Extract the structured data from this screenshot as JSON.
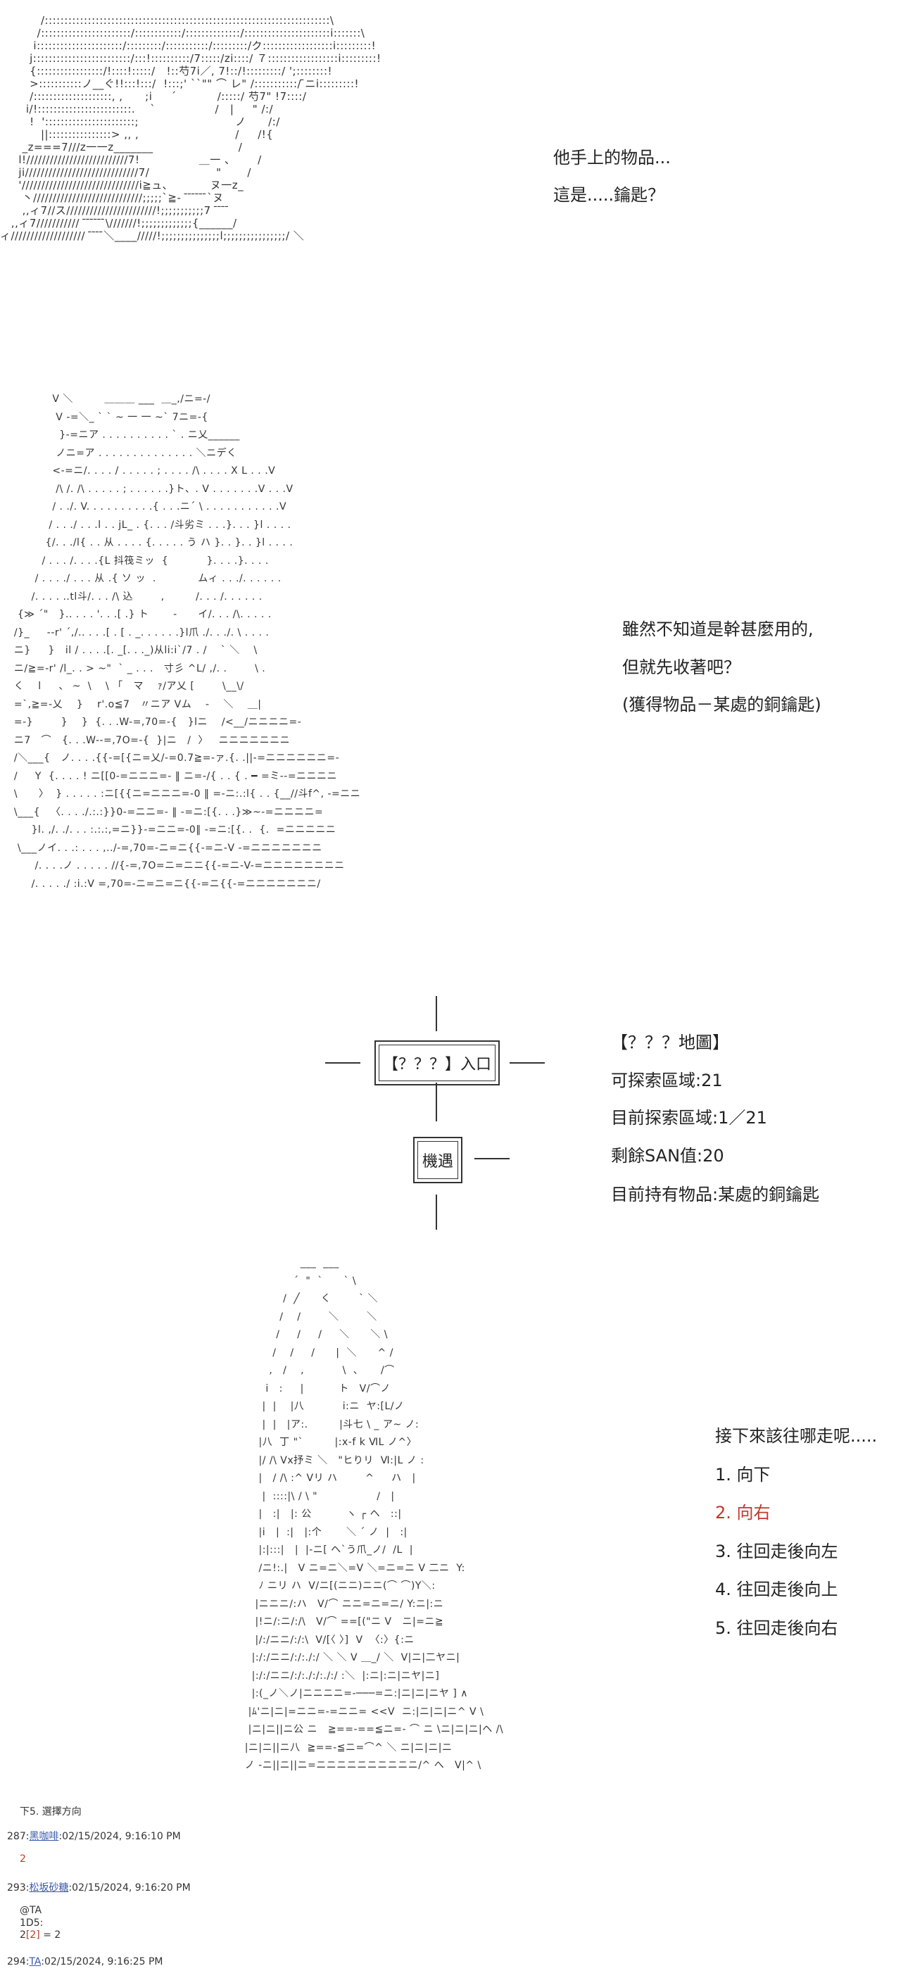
{
  "panel1": {
    "art": "           /:::::::::::::::::::::::::::::::::::::::::::::::::::::::::::::::::::::::::\\\n          /:::::::::::::::::::::::/::::::::::::/::::::::::::::/::::::::::::::::::::::i:::::::\\\n         i::::::::::::::::::::::/:::::::::/:::::::::::/:::::::::/ク::::::::::::::::::i:::::::::!\n        j:::::::::::::::::::::::::/:::!::::::::::/7:::::/zi::::/ ７::::::::::::::::::i:::::::::!\n        {:::::::::::::::::/!::::!:::::/   !::芍7i／, 7!::/!:::::::::/ ';::::::::!\n        >:::::::::::ノ__ぐ!!:::!:::/  !:::;' ``\"\" ⌒ レ\" /:::::::::::/ ̄ニi:::::::::!\n        /::::::::::::::::::::, ,      ;i     ´           /:::::/ 芍7\" !7::::/\n       i/!::::::::::::::::::::::::.    `                /   |     \" /:/\n        !  ':::::::::::::::::::::::;                          ノ      /:/\n           ||::::::::::::::::> ,, ,                          /     /!{\n      _z===7///z一一z_______                       /\n     l!//////////////////////////7!                ＿一 、      /\n     ji/////////////////////////////7/                  \"       /\n     '//////////////////////////////i≧ュ、          ヌ一z_\n      丶////////////////////////////;;;;;`≧-  ̄ ̄ ̄ ̄ ̄ ̄`ヌ\n      ,,ィ7//ス///////////////////////!;;;;;;;;;;;7  ̄ ̄ ̄ ̄\n   ,,ィ7///////////  ̄ ̄ ̄ ̄ ̄ ̄\\///////!;;;;;;;;;;;;;{______/\nィ///////////////////  ̄ ̄ ̄ ̄＼____/////!;;;;;;;;;;;;;;;l;;;;;;;;;;;;;;;;/ ＼",
    "line1": "他手上的物品...",
    "line2": "這是.....鑰匙？"
  },
  "panel2": {
    "art": "             V ＼         ＿＿＿ ___  ＿_,/ニ=-/\n              V -=＼_ ` ` ~ 一 一 ~` 7ニ=-{\n               }-=ニア . . . . . . . . . . ` . ニ乂______\n              ノニ=ア . . . . . . . . . . . . . . ＼ニデく\n             <-=ニ/. . . . / . . . . . ; . . . . /\\ . . . . X L . . .V\n              /\\ /. /\\ . . . . . ; . . . . . .}ト、. V . . . . . . .V . . .V\n             / . ./. V. . . . . . . . . .{ . . .ニ´ \\ . . . . . . . . . . .V\n            / . . ./ . . .l . . jL_ . {. . . /斗劣ミ . . .}. . . }l . . . .\n           {/. . ./l{ . . 从 . . . . {. . . . . う ハ }. . }. . }l . . . .\n          / . . . /. . . .{L 抖筏ミッ  {           }. . . .}. . . .\n        / . . . ./ . . . 从 .{ ソ ッ  .            ムィ . . ./. . . . . .\n       /. . . . ..tl斗/. . . /\\ 込        ,         /. . . /. . . . . .\n   {≫ ´\"   }.. . . . '. . .[ .} ト       -      イ/. . . /\\. . . . .\n  /}_     --r' ´,/.. . . .[ . [ . _. . . . . .}l爪 ./. . ./. \\ . . . .\n  ニ}     }   il / . . . .[. _[. . ._)从li:i`/7 . /    ` ＼    \\\n  ニ/≧=-r' /l_. . > ~\"  ` _ . . .   寸彡 ^L/ ,/. .        \\ .\n  く    l     、 ~  \\    \\ 「   マ    ｧ/ア乂 [        \\__\\/\n  =`,≧=-乂    }    r'.o≦7   〃ニア Vム    -    ＼    ＿|\n  =-}        }    }  {. . .W-=,70=-{   }lニ    /<__/ニニニニ=-\n  ニ7   ⌒   {. . .W--=,7O=-{  }|ニ   /  〉   ニニニニニニニ\n  /＼___{   ノ. . . .{{-=[{ニ=乂/-=0.7≧=-ァ.{. .||-=ニニニニニニ=-\n  /     Y  {. . . . ! ニ[[0-=ニニニ=- ‖ ニ=-/{ . . { . ━ =ミ--=ニニニニ\n  \\      〉  } . . . . . :ニ[{{ニ=ニニニ=-0 ‖ =-ニ:.:l{ . . {__//斗f^, -=ニニ\n  \\___{   〈. . . ./.:.:}}0-=ニニ=- ‖ -=ニ:[{. . .}≫~-=ニニニニ=\n       }l. ,/. ./. . . :.:.:,=ニ}}-=ニニ=-0‖ -=ニ:[{. .  {.  =ニニニニニ\n   \\___ノイ. . .: . . . ,../-=,70=-ニ=ニ{{-=ニ-V -=ニニニニニニニ\n        /. . . .ノ . . . . . //{-=,7O=ニ=ニニ{{-=ニ-V-=ニニニニニニニニ\n       /. . . . ./ :i.:V =,70=-ニ=ニ=ニ{{-=ニ{{-=ニニニニニニニ/",
    "line1": "雖然不知道是幹甚麼用的,",
    "line2": "但就先收著吧？",
    "line3": "(獲得物品－某處的銅鑰匙)"
  },
  "map": {
    "entrance": "【？？？】入口",
    "encounter": "機遇",
    "title": "【？？？地圖】",
    "explorable": "可探索區域:21",
    "explored": "目前探索區域:1／21",
    "san": "剩餘SAN值:20",
    "items": "目前持有物品:某處的銅鑰匙"
  },
  "panel3": {
    "art": "                      ___  ___\n                    ´  \"  `      ` \\\n                 /  ╱      く        ` ＼\n                /    /        ＼        ＼\n               /     /     /     ＼      ＼ \\\n              /    /     /      |  ＼      ^ /\n             ,   /    ,           \\  、     /⌒\n            i   :     |          ト   V/⌒ノ\n           |  |    |八           i:ニ  ヤ:[L/ノ\n           |  |   |ア:.         |斗七 \\ _ ア~ ノ:\n          |八  丁 \"`         |:x-f k ⅥL ノ^〉\n          |/ /\\ Vx抒ミ ＼   \"ヒりリ  Ⅵ:|L ノ :\n          |   / /\\ :^ Vリ ハ        ^     ハ   |\n           |  ::::|\\ / \\ \"                 /   |\n          |   :|   |: 公          ヽ ┌ ヘ   ::|\n          |i   |  :|   |:个       ＼ ´ ノ  |   :|\n          |:|:::|   |  |-ニ[ ヘ`う爪_ノ/  /L  |\n          /ニ!:.|   V ニ=ニ＼=V ＼=ニ=ニ V 二ニ  Y:\n          ﾉ ニリ ハ  V/ニ[(ニニ)ニニ(⌒ ⌒)Y＼:\n         |ニニニ/:ハ   V/⌒ ニニ=ニ=ニ/ Y:ニ|:ニ\n         |!ニ/:ニ/:/\\   V/⌒ ==[(\"ニ V   ニ|=ニ≧\n         |/:/ニニ/:/:\\  V/[〈 〉]  V  〈:〉{:ニ\n        |:/:/ニニ/:/:./:/ ＼ ＼ V ＿_/ ＼  V|ニ|二ヤニ|\n        |:/:/ニニ/:/:./:/:./:/ :＼  |:ニ|:ニ|ニヤ|ニ]\n        |:(_ノ＼ノ|ニニニニ=-───=ニ:|ニ|ニ|ニヤ ] ∧\n       |ﾑ'ニ|ニ|=ニニ=-=ニニ= <<V  ニ:|ニ|ニ|ニ^ V \\\n       |ニ|ニ||ニ公 ニ   ≧==-==≦ニ=- ⌒ ニ \\ニ|ニ|ニ|ヘ /\\\n      |ニ|ニ||ニ八  ≧==-≦ニ=⌒^ ＼ ニ|ニ|ニ|ニ\n      ノ -ニ||ニ||ニ=ニニニニニニニニニニ/^ へ   V|^ \\",
    "question": "接下來該往哪走呢.....",
    "options": [
      "1. 向下",
      "2. 向右",
      "3. 往回走後向左",
      "4. 往回走後向上",
      "5. 往回走後向右"
    ]
  },
  "thread": {
    "header": "下5. 選擇方向",
    "posts": [
      {
        "num": "287:",
        "user": "黑咖啡",
        "time": ":02/15/2024, 9:16:10 PM",
        "body": "2"
      },
      {
        "num": "293:",
        "user": "松坂砂糖",
        "time": ":02/15/2024, 9:16:20 PM"
      },
      {
        "num": "294:",
        "user": "TA",
        "time": ":02/15/2024, 9:16:25 PM"
      }
    ],
    "dice": {
      "at": "@TA",
      "roll": "1D5:",
      "value": "2",
      "bracket": "[2]",
      "result": " = 2"
    }
  }
}
